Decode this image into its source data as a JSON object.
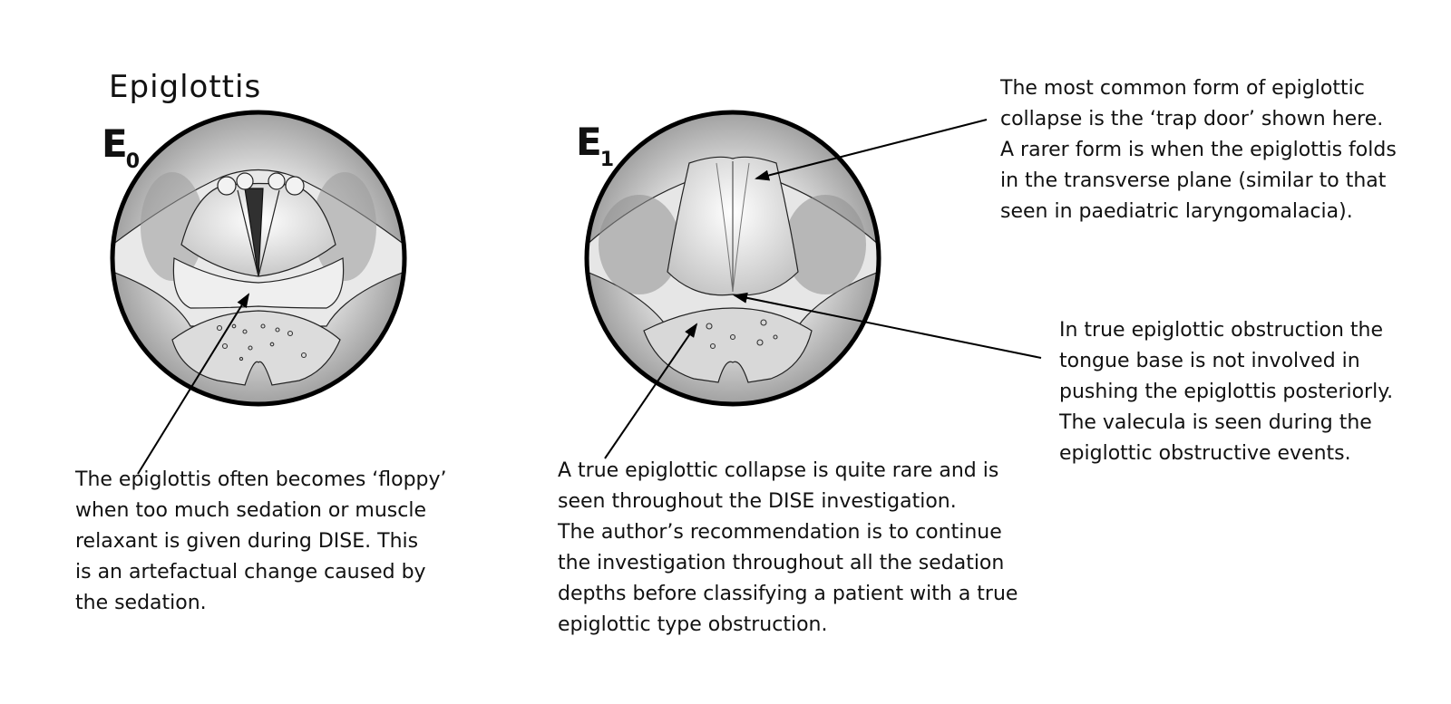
{
  "figure": {
    "title": "Epiglottis",
    "panels": [
      {
        "label_main": "E",
        "label_sub": "0"
      },
      {
        "label_main": "E",
        "label_sub": "1"
      }
    ],
    "notes": {
      "floppy": [
        "The epiglottis often becomes ‘floppy’",
        "when too much sedation or muscle",
        "relaxant is given during DISE.  This",
        "is an artefactual change caused by",
        "the sedation."
      ],
      "true_collapse": [
        "A true epiglottic collapse is quite rare and is",
        "seen throughout the DISE investigation.",
        "The author’s recommendation is to continue",
        "the investigation throughout all the sedation",
        "depths before classifying a patient with a true",
        "epiglottic type obstruction."
      ],
      "trap_door": [
        "The most common form of epiglottic",
        "collapse is the ‘trap door’ shown here.",
        "A rarer form is when the epiglottis folds",
        "in the transverse plane (similar to that",
        "seen in paediatric laryngomalacia)."
      ],
      "tongue_base": [
        "In true epiglottic obstruction the",
        "tongue base is not involved in",
        "pushing the epiglottis posteriorly.",
        "The valecula is seen during the",
        "epiglottic obstructive events."
      ]
    }
  }
}
